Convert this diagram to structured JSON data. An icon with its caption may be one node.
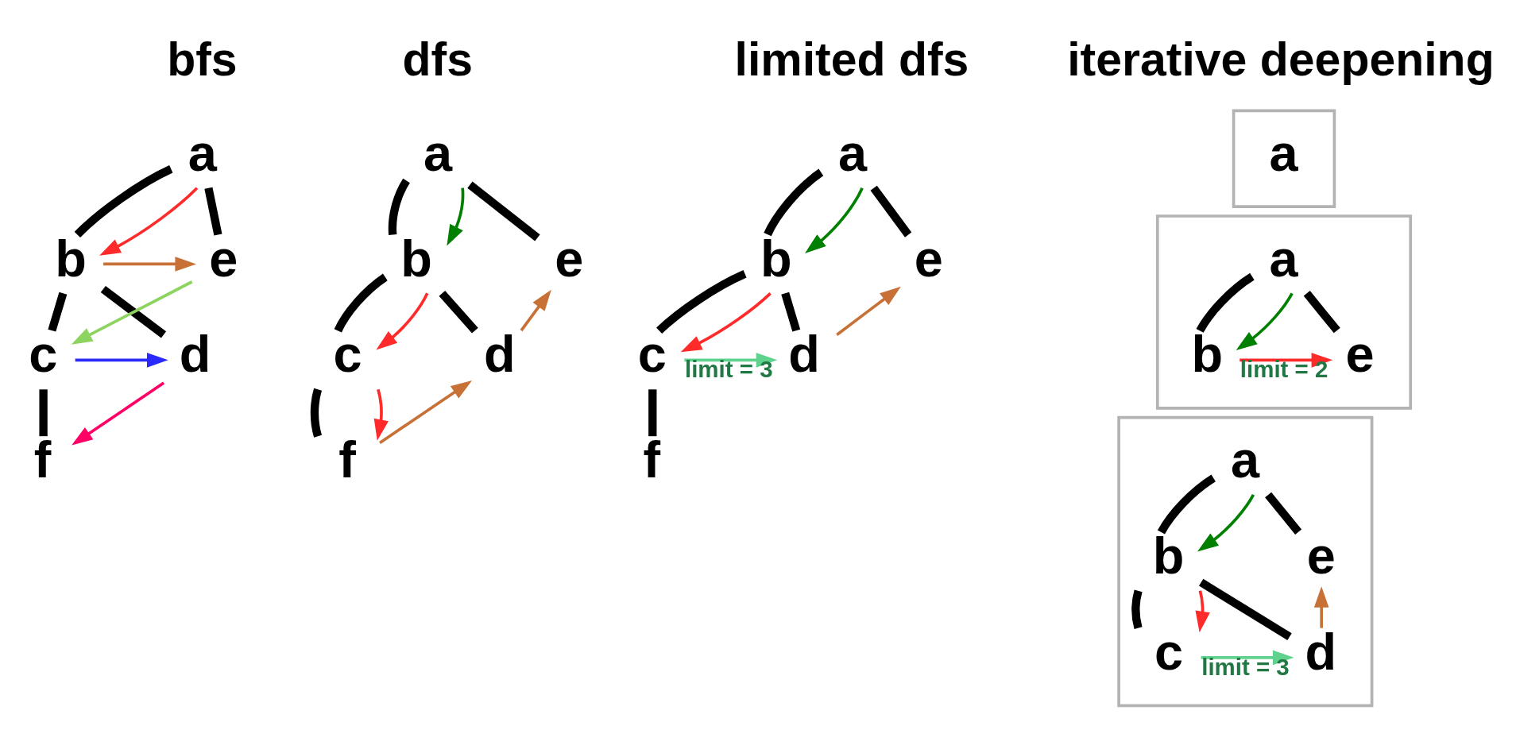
{
  "diagram": {
    "nodes": [
      {
        "text": [
          "a"
        ]
      },
      {
        "text": [
          "b"
        ]
      },
      {
        "text": [
          "e"
        ]
      },
      {
        "text": [
          "c"
        ]
      },
      {
        "text": [
          "d"
        ]
      },
      {
        "text": [
          "f"
        ]
      },
      {
        "text": [
          "a"
        ]
      },
      {
        "text": [
          "b"
        ]
      },
      {
        "text": [
          "e"
        ]
      },
      {
        "text": [
          "c"
        ]
      },
      {
        "text": [
          "d"
        ]
      },
      {
        "text": [
          "f"
        ]
      },
      {
        "text": [
          "a"
        ]
      },
      {
        "text": [
          "b"
        ]
      },
      {
        "text": [
          "e"
        ]
      },
      {
        "text": [
          "c"
        ]
      },
      {
        "text": [
          "d"
        ]
      },
      {
        "text": [
          "f"
        ]
      },
      {
        "text": [],
        "shape": "box"
      },
      {
        "text": [
          "a"
        ],
        "in": 18
      },
      {
        "text": [],
        "shape": "box"
      },
      {
        "text": [
          "a"
        ],
        "in": 20
      },
      {
        "text": [
          "b"
        ],
        "in": 20
      },
      {
        "text": [
          "e"
        ],
        "in": 20
      },
      {
        "text": [],
        "shape": "box"
      },
      {
        "text": [
          "a"
        ],
        "in": 24
      },
      {
        "text": [
          "b"
        ],
        "in": 24
      },
      {
        "text": [
          "e"
        ],
        "in": 24
      },
      {
        "text": [
          "c"
        ],
        "in": 24
      },
      {
        "text": [
          "d"
        ],
        "in": 24
      }
    ],
    "edges": [
      {
        "from": 0,
        "to": 1,
        "arrow": "none"
      },
      {
        "from": 0,
        "to": 2,
        "arrow": "none"
      },
      {
        "from": 1,
        "to": 3,
        "arrow": "none"
      },
      {
        "from": 1,
        "to": 4,
        "arrow": "none"
      },
      {
        "from": 3,
        "to": 5,
        "arrow": "none"
      },
      {
        "from": 0,
        "to": 1,
        "arrow": "to",
        "color": "#ff2a2a"
      },
      {
        "from": 1,
        "to": 2,
        "arrow": "to",
        "color": "#c87137"
      },
      {
        "from": 2,
        "to": 3,
        "arrow": "to",
        "color": "#8dd35f"
      },
      {
        "from": 3,
        "to": 4,
        "arrow": "to",
        "color": "#2a2aff"
      },
      {
        "from": 4,
        "to": 5,
        "arrow": "to",
        "color": "#ff0066"
      },
      {
        "from": 6,
        "to": 7,
        "arrow": "none"
      },
      {
        "from": 6,
        "to": 8,
        "arrow": "none"
      },
      {
        "from": 7,
        "to": 9,
        "arrow": "none"
      },
      {
        "from": 7,
        "to": 10,
        "arrow": "none"
      },
      {
        "from": 9,
        "to": 11,
        "arrow": "none"
      },
      {
        "from": 6,
        "to": 7,
        "arrow": "to",
        "color": "#008000"
      },
      {
        "from": 7,
        "to": 9,
        "arrow": "to",
        "color": "#ff2a2a"
      },
      {
        "from": 9,
        "to": 11,
        "arrow": "to",
        "color": "#ff2a2a"
      },
      {
        "from": 11,
        "to": 10,
        "arrow": "to",
        "color": "#c87137"
      },
      {
        "from": 10,
        "to": 8,
        "arrow": "to",
        "color": "#c87137"
      },
      {
        "from": 12,
        "to": 13,
        "arrow": "none"
      },
      {
        "from": 12,
        "to": 14,
        "arrow": "none"
      },
      {
        "from": 13,
        "to": 15,
        "arrow": "none"
      },
      {
        "from": 13,
        "to": 16,
        "arrow": "none"
      },
      {
        "from": 15,
        "to": 17,
        "arrow": "none"
      },
      {
        "from": 12,
        "to": 13,
        "arrow": "to",
        "color": "#008000"
      },
      {
        "from": 13,
        "to": 15,
        "arrow": "to",
        "color": "#ff2a2a"
      },
      {
        "from": 15,
        "to": 16,
        "arrow": "to",
        "color": "#5fd38d",
        "label": "limit = 3"
      },
      {
        "from": 16,
        "to": 14,
        "arrow": "to",
        "color": "#c87137"
      },
      {
        "from": 21,
        "to": 22,
        "arrow": "none"
      },
      {
        "from": 21,
        "to": 23,
        "arrow": "none"
      },
      {
        "from": 21,
        "to": 22,
        "arrow": "to",
        "color": "#008000"
      },
      {
        "from": 22,
        "to": 23,
        "arrow": "to",
        "color": "#ff2a2a",
        "label": "limit = 2"
      },
      {
        "from": 25,
        "to": 26,
        "arrow": "none"
      },
      {
        "from": 25,
        "to": 27,
        "arrow": "none"
      },
      {
        "from": 26,
        "to": 28,
        "arrow": "none"
      },
      {
        "from": 26,
        "to": 29,
        "arrow": "none"
      },
      {
        "from": 25,
        "to": 26,
        "arrow": "to",
        "color": "#008000"
      },
      {
        "from": 26,
        "to": 28,
        "arrow": "to",
        "color": "#ff2a2a"
      },
      {
        "from": 28,
        "to": 29,
        "arrow": "to",
        "color": "#5fd38d",
        "label": "limit = 3"
      },
      {
        "from": 29,
        "to": 27,
        "arrow": "to",
        "color": "#c87137"
      }
    ],
    "labels": [
      "bfs",
      "dfs",
      "limited dfs",
      "iterative deepening"
    ]
  }
}
